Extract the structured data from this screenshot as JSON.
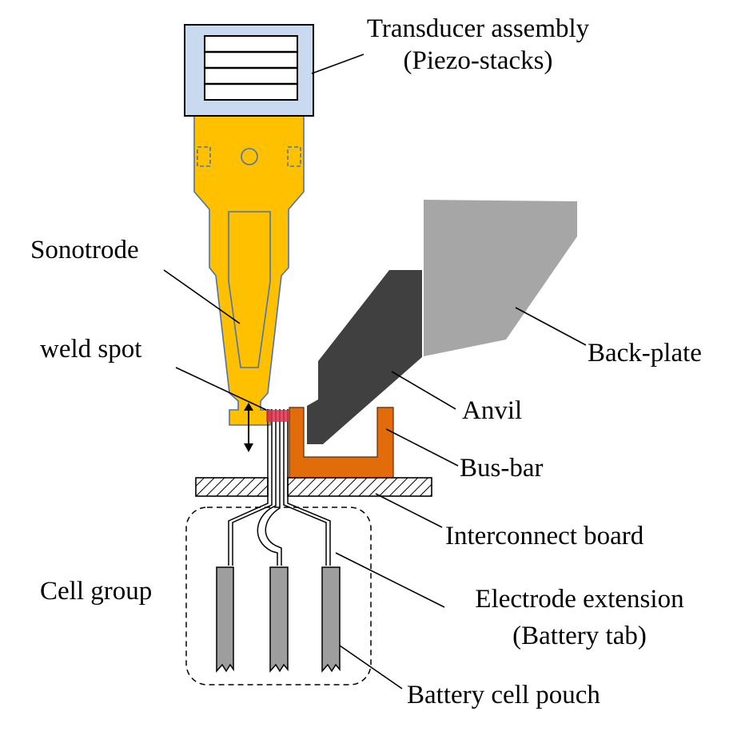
{
  "labels": {
    "transducer_line1": "Transducer assembly",
    "transducer_line2": "(Piezo-stacks)",
    "sonotrode": "Sonotrode",
    "weld_spot": "weld spot",
    "back_plate": "Back-plate",
    "anvil": "Anvil",
    "bus_bar": "Bus-bar",
    "interconnect_board": "Interconnect board",
    "cell_group": "Cell group",
    "electrode_line1": "Electrode extension",
    "electrode_line2": "(Battery tab)",
    "battery_pouch": "Battery cell pouch"
  },
  "colors": {
    "transducer_fill": "#c9d9ef",
    "sonotrode_fill": "#ffc000",
    "sonotrode_stroke": "#4a73b4",
    "anvil_fill": "#404040",
    "back_plate_fill": "#a6a6a6",
    "bus_bar_fill": "#e36c0a",
    "weld_spot": "#e0304a",
    "pouch_fill": "#9e9e9e"
  }
}
